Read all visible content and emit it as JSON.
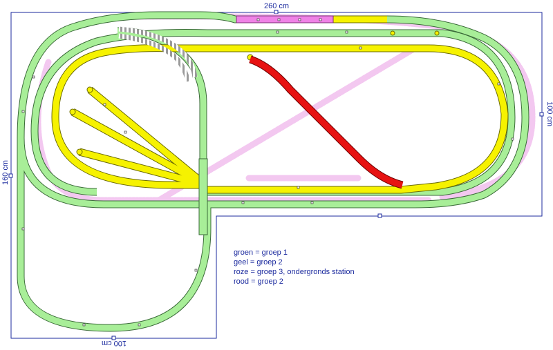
{
  "dimensions": {
    "top": "260 cm",
    "left": "160 cm",
    "right": "100 cm",
    "bottom": "100 cm"
  },
  "legend": [
    "groen = groep 1",
    "geel = groep 2",
    "roze = groep 3, ondergronds station",
    "rood = groep 2"
  ],
  "colors": {
    "green": "#a8ee98",
    "yellow": "#f6f200",
    "pink": "#ef82e6",
    "pink_tunnel": "#f3c8f0",
    "red": "#e71212",
    "outline": "#3a6a38",
    "dimension_blue": "#1b2a9e",
    "gray_track": "#b0b0b0"
  }
}
